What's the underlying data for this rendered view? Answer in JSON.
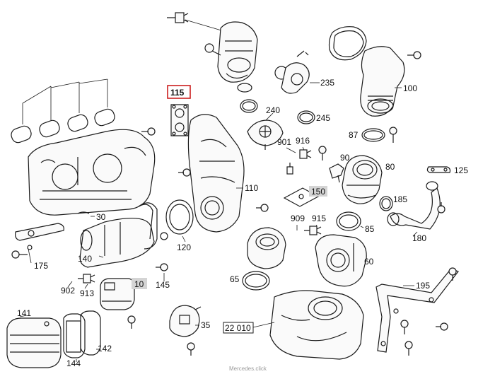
{
  "labels": {
    "l100": "100",
    "l235": "235",
    "l115": "115",
    "l240": "240",
    "l245": "245",
    "l87": "87",
    "l901": "901",
    "l916": "916",
    "l90": "90",
    "l80": "80",
    "l125": "125",
    "l110": "110",
    "l150": "150",
    "l185": "185",
    "l909": "909",
    "l915": "915",
    "l85": "85",
    "l30": "30",
    "l180": "180",
    "l120": "120",
    "l140": "140",
    "l175": "175",
    "l60": "60",
    "l65": "65",
    "l902": "902",
    "l913": "913",
    "l10": "10",
    "l145": "145",
    "l195": "195",
    "l141": "141",
    "l35": "35",
    "l22010": "22 010",
    "l142": "142",
    "l144": "144"
  },
  "highlighted_part": "115",
  "shaded_parts": [
    "150",
    "10"
  ],
  "watermark": "Mercedes.click",
  "colors": {
    "highlight": "#cc1f1f",
    "shade": "#d4d4d4",
    "line": "#1a1a1a"
  }
}
